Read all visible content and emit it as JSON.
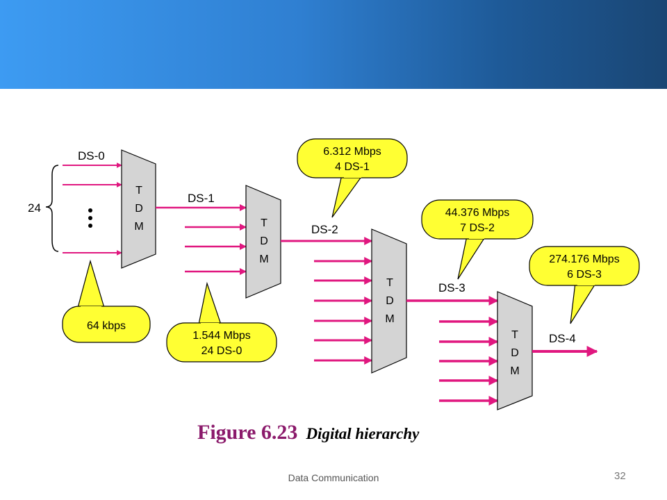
{
  "colors": {
    "header_gradient": [
      "#3d9bf2",
      "#1a4674"
    ],
    "arrow": "#e0177f",
    "callout_fill": "#ffff33",
    "mux_fill": "#d4d4d4",
    "caption_number": "#8b1a6b"
  },
  "diagram": {
    "group_count": "24",
    "ellipsis": "•\n•\n•",
    "mux_letters": [
      "T",
      "D",
      "M"
    ],
    "signals": {
      "ds0": "DS-0",
      "ds1": "DS-1",
      "ds2": "DS-2",
      "ds3": "DS-3",
      "ds4": "DS-4"
    },
    "callouts": {
      "ds0": [
        "64 kbps"
      ],
      "ds1": [
        "1.544 Mbps",
        "24 DS-0"
      ],
      "ds2": [
        "6.312 Mbps",
        "4 DS-1"
      ],
      "ds3": [
        "44.376 Mbps",
        "7 DS-2"
      ],
      "ds4": [
        "274.176 Mbps",
        "6 DS-3"
      ]
    }
  },
  "caption": {
    "number": "Figure 6.23",
    "title": "Digital hierarchy"
  },
  "footer": {
    "text": "Data Communication",
    "page_number": "32"
  }
}
